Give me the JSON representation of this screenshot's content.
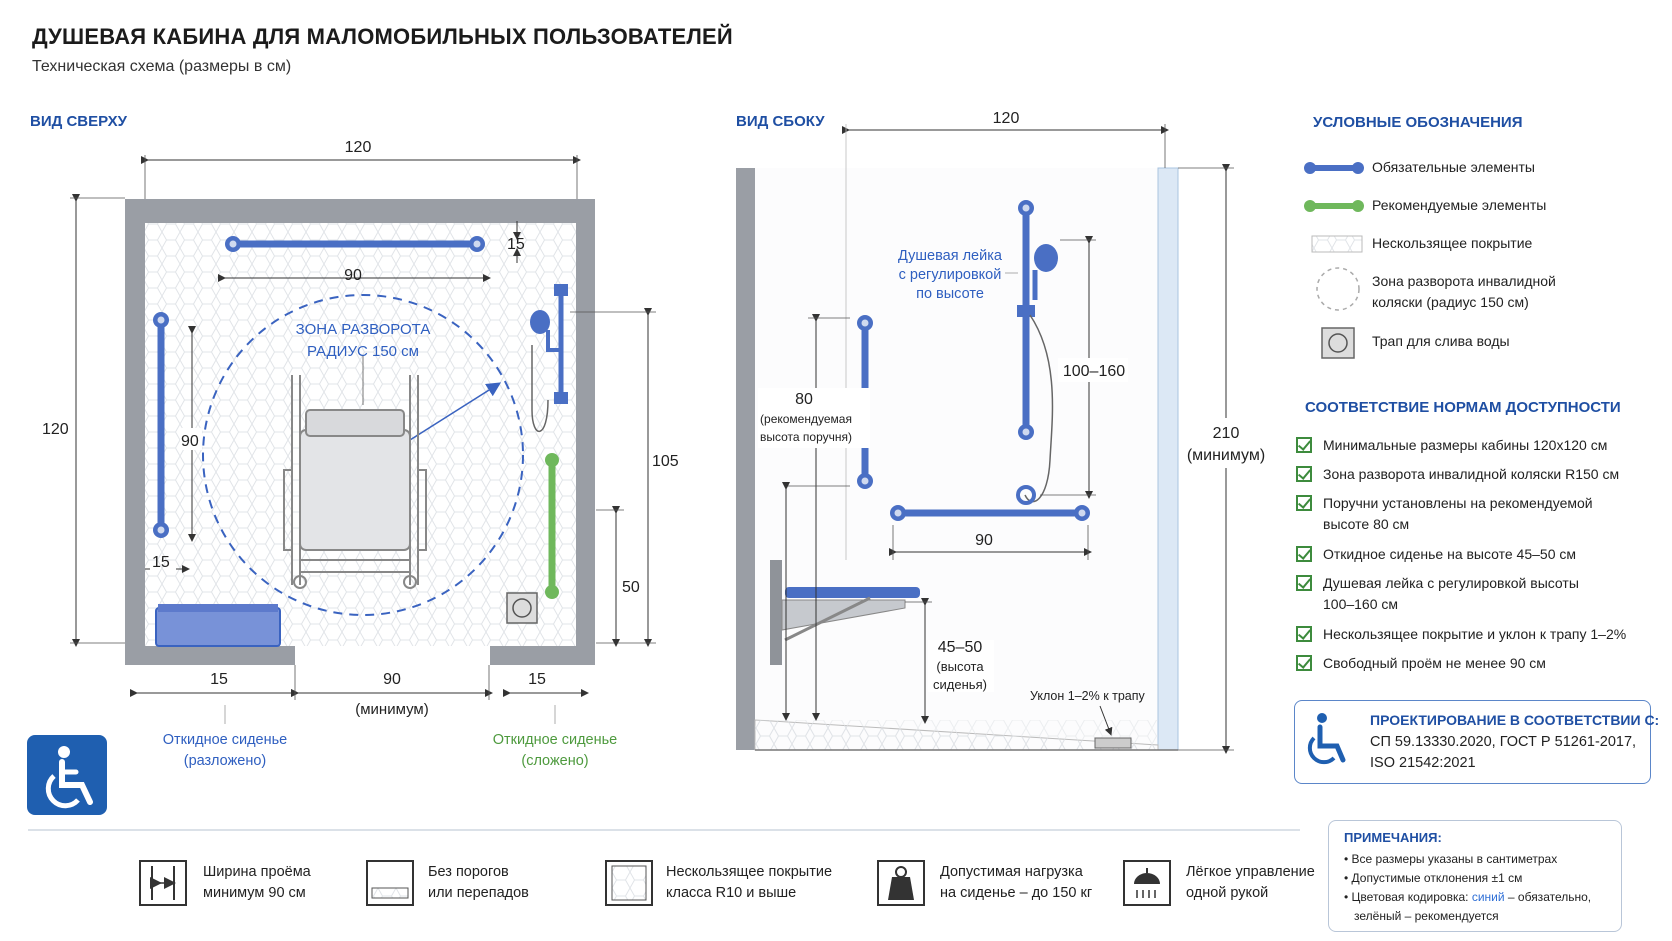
{
  "header": {
    "title": "ДУШЕВАЯ КАБИНА ДЛЯ МАЛОМОБИЛЬНЫХ ПОЛЬЗОВАТЕЛЕЙ",
    "subtitle": "Техническая схема (размеры в см)"
  },
  "top_view": {
    "label": "ВИД СВЕРХУ",
    "width_total": "120",
    "height_total": "120",
    "rail_top_length": "90",
    "rail_top_offset": "15",
    "rail_left_length": "90",
    "rail_left_offset": "15",
    "turn_zone_line1": "ЗОНА РАЗВОРОТА",
    "turn_zone_line2": "РАДИУС 150 см",
    "right_dim_105": "105",
    "right_dim_50": "50",
    "bottom_left": "15",
    "bottom_door": "90",
    "bottom_door_note": "(минимум)",
    "bottom_right": "15",
    "seat_open_line1": "Откидное сиденье",
    "seat_open_line2": "(разложено)",
    "seat_folded_line1": "Откидное сиденье",
    "seat_folded_line2": "(сложено)"
  },
  "side_view": {
    "label": "ВИД СБОКУ",
    "width_total": "120",
    "height_total": "210",
    "height_note": "(минимум)",
    "shower_line1": "Душевая лейка",
    "shower_line2": "с регулировкой",
    "shower_line3": "по высоте",
    "rail_height": "80",
    "rail_height_note1": "(рекомендуемая",
    "rail_height_note2": "высота поручня)",
    "shower_range": "100–160",
    "horizontal_rail": "90",
    "seat_height": "45–50",
    "seat_height_note1": "(высота",
    "seat_height_note2": "сиденья)",
    "slope": "Уклон 1–2% к трапу"
  },
  "legend": {
    "title": "УСЛОВНЫЕ ОБОЗНАЧЕНИЯ",
    "items": [
      "Обязательные элементы",
      "Рекомендуемые элементы",
      "Нескользящее покрытие",
      "Зона разворота инвалидной",
      "коляски (радиус 150 см)",
      "Трап для слива воды"
    ]
  },
  "compliance": {
    "title": "СООТВЕТСТВИЕ НОРМАМ ДОСТУПНОСТИ",
    "items": [
      "Минимальные размеры кабины 120х120 см",
      "Зона разворота инвалидной коляски R150 см",
      "Поручни установлены на рекомендуемой",
      "высоте 80 см",
      "Откидное сиденье на высоте 45–50 см",
      "Душевая лейка с регулировкой высоты",
      "100–160 см",
      "Нескользящее покрытие и уклон к трапу 1–2%",
      "Свободный проём не менее 90 см"
    ]
  },
  "norms": {
    "title": "ПРОЕКТИРОВАНИЕ В СООТВЕТСТВИИ С:",
    "text": "СП 59.13330.2020, ГОСТ Р 51261-2017, ISO 21542:2021"
  },
  "features": [
    {
      "line1": "Ширина проёма",
      "line2": "минимум 90 см"
    },
    {
      "line1": "Без порогов",
      "line2": "или перепадов"
    },
    {
      "line1": "Нескользящее покрытие",
      "line2": "класса R10 и выше"
    },
    {
      "line1": "Допустимая нагрузка",
      "line2": "на сиденье – до 150 кг"
    },
    {
      "line1": "Лёгкое управление",
      "line2": "одной рукой"
    }
  ],
  "notes": {
    "title": "ПРИМЕЧАНИЯ:",
    "item1": "Все размеры указаны в сантиметрах",
    "item2": "Допустимые отклонения ±1 см",
    "item3_pre": "Цветовая кодировка: ",
    "item3_blue": "синий",
    "item3_post": " – обязательно,",
    "item4": "зелёный – рекомендуется"
  },
  "colors": {
    "required": "#4a6fc4",
    "recommended": "#6fb85c",
    "accent": "#1f4fa3",
    "wall": "#9a9ea5"
  }
}
